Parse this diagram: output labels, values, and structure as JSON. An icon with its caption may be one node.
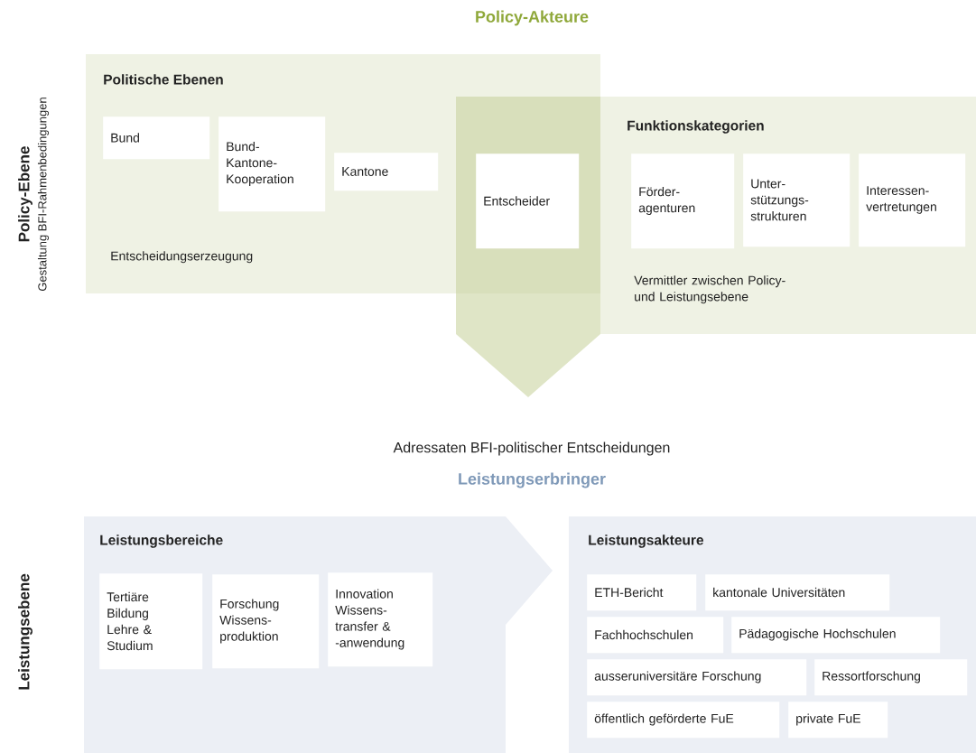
{
  "diagram": {
    "title": "Policy-Akteure",
    "nodes": [
      {
        "text": [
          "Politische Ebenen",
          "Entscheidungserzeugung"
        ]
      },
      {
        "text": [
          "Bund"
        ],
        "in": 0
      },
      {
        "text": [
          "Bund- Kantone- Kooperation"
        ],
        "in": 0
      },
      {
        "text": [
          "Kantone"
        ],
        "in": 0
      },
      {
        "text": [
          "Funktionskategorien",
          "Vermittler zwischen Policy- und Leistungsebene"
        ]
      },
      {
        "text": [],
        "shape": "chevron"
      },
      {
        "text": [
          "Entscheider"
        ]
      },
      {
        "text": [
          "Förder- agenturen"
        ],
        "in": 4
      },
      {
        "text": [
          "Unter- stützungs- strukturen"
        ],
        "in": 4
      },
      {
        "text": [
          "Interessen- vertretungen"
        ],
        "in": 4
      },
      {
        "text": [
          "Leistungsbereiche"
        ]
      },
      {
        "text": [
          "Tertiäre Bildung Lehre & Studium"
        ],
        "in": 10
      },
      {
        "text": [
          "Forschung Wissens- produktion"
        ],
        "in": 10
      },
      {
        "text": [
          "Innovation Wissens- transfer & -anwendung"
        ],
        "in": 10
      },
      {
        "text": [
          "Leistungsakteure"
        ]
      },
      {
        "text": [
          "ETH-Bericht"
        ],
        "in": 14
      },
      {
        "text": [
          "kantonale Universitäten"
        ],
        "in": 14
      },
      {
        "text": [
          "Fachhochschulen"
        ],
        "in": 14
      },
      {
        "text": [
          "Pädagogische Hochschulen"
        ],
        "in": 14
      },
      {
        "text": [
          "ausseruniversitäre Forschung"
        ],
        "in": 14
      },
      {
        "text": [
          "Ressortforschung"
        ],
        "in": 14
      },
      {
        "text": [
          "öffentlich geförderte FuE"
        ],
        "in": 14
      },
      {
        "text": [
          "private FuE"
        ],
        "in": 14
      }
    ],
    "labels": [
      "Policy-Ebene",
      "Gestaltung BFI-Rahmenbedingungen",
      "Adressaten BFI-politischer Entscheidungen",
      "Leistungserbringer",
      "Leistungsebene"
    ]
  }
}
